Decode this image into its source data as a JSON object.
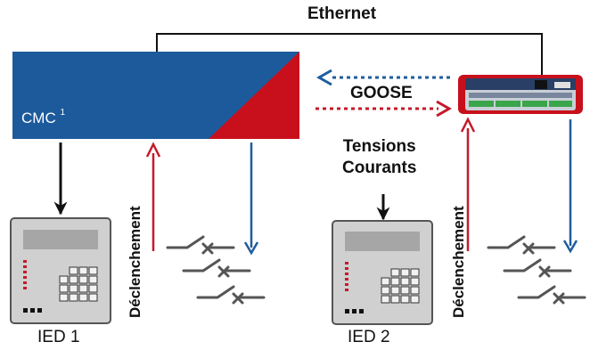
{
  "labels": {
    "ethernet": "Ethernet",
    "goose": "GOOSE",
    "tensions": "Tensions",
    "courants": "Courants",
    "cmc": "CMC",
    "cmc_superscript": "1",
    "ied1": "IED 1",
    "ied2": "IED 2",
    "declenchement_left": "Déclenchement",
    "declenchement_right": "Déclenchement"
  },
  "colors": {
    "cmc_blue": "#1c5a9c",
    "cmc_red": "#c8101c",
    "arrow_blue": "#1f5d9e",
    "arrow_red": "#c41a2a",
    "device_red": "#c8101c",
    "ied_body": "#d0d0d0"
  }
}
